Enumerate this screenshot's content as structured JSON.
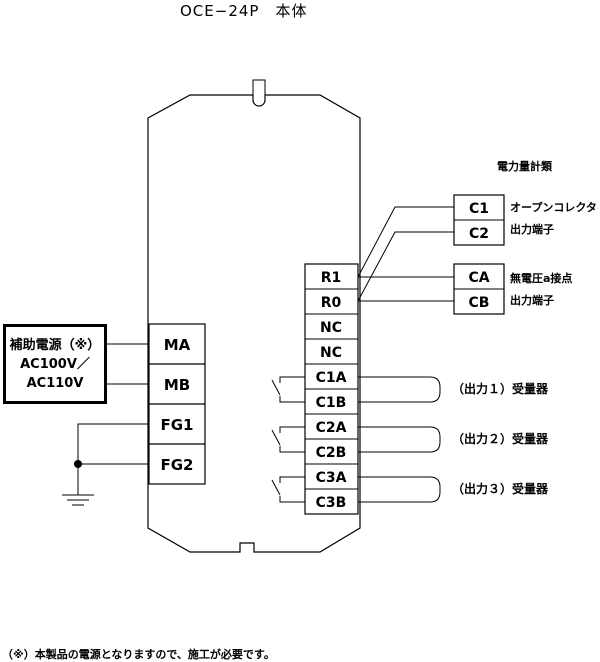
{
  "title": "OCE−24P　本体",
  "main_terminals": [
    "MA",
    "MB",
    "FG1",
    "FG2"
  ],
  "right_terminals": [
    "R1",
    "R0",
    "NC",
    "NC",
    "C1A",
    "C1B",
    "C2A",
    "C2B",
    "C3A",
    "C3B"
  ],
  "meter_heading": "電力量計類",
  "meter_terminals": [
    "C1",
    "C2",
    "CA",
    "CB"
  ],
  "open_collector_label": [
    "オープンコレクタ",
    "出力端子"
  ],
  "dry_contact_label": [
    "無電圧a接点",
    "出力端子"
  ],
  "receiver_labels": [
    "（出力１）受量器",
    "（出力２）受量器",
    "（出力３）受量器"
  ],
  "aux_power": [
    "補助電源（※）",
    "AC100V／",
    "AC110V"
  ],
  "footnote": "（※）本製品の電源となりますので、施工が必要です。"
}
